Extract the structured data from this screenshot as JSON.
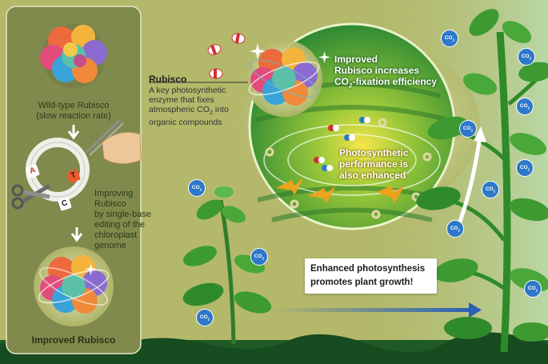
{
  "left_panel": {
    "wild_type_caption_line1": "Wild-type Rubisco",
    "wild_type_caption_line2": "(slow reaction rate)",
    "improving_caption_line1": "Improving Rubisco",
    "improving_caption_line2": "by single-base",
    "improving_caption_line3": "editing of the",
    "improving_caption_line4": "chloroplast",
    "improving_caption_line5": "genome",
    "improved_caption": "Improved Rubisco",
    "bases": [
      "A",
      "T",
      "C"
    ]
  },
  "rubisco_callout": {
    "title": "Rubisco",
    "desc_line1": "A key photosynthetic",
    "desc_line2": "enzyme that fixes",
    "desc_line3_pre": "atmospheric CO",
    "desc_line3_sub": "2",
    "desc_line3_post": " into",
    "desc_line4": "organic compounds"
  },
  "chloroplast_callout": {
    "improved_line1": "Improved",
    "improved_line2": "Rubisco increases",
    "improved_line3_pre": "CO",
    "improved_line3_sub": "2",
    "improved_line3_post": "-fixation efficiency",
    "photo_line1": "Photosynthetic",
    "photo_line2": "performance is",
    "photo_line3": "also enhanced"
  },
  "growth_box": {
    "line1": "Enhanced photosynthesis",
    "line2": "promotes plant growth!"
  },
  "co2_badge": {
    "pre": "CO",
    "sub": "2"
  },
  "colors": {
    "background": "#b3b86a",
    "panel": "#7f8a4c",
    "chloroplast_green": "#3c9a36",
    "arrow_blue": "#2b5fb4",
    "co2_blue": "#2d78c8"
  }
}
